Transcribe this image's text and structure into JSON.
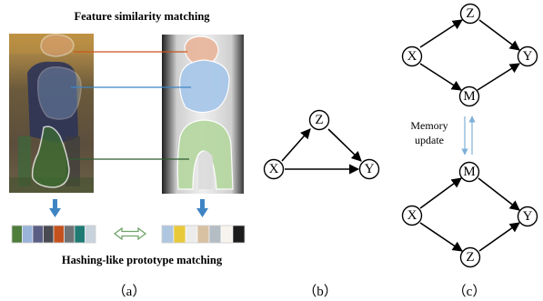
{
  "panel_a": {
    "top_caption": "Feature similarity matching",
    "bottom_caption": "Hashing-like prototype matching",
    "label": "（a）",
    "left_palette": [
      "#4f7d3c",
      "#9ab3d9",
      "#5b5e84",
      "#4a4a52",
      "#c4521e",
      "#6f7376",
      "#207a74",
      "#c9d3dd"
    ],
    "right_palette": [
      "#aec6e0",
      "#e8c93a",
      "#ececec",
      "#d8c1a2",
      "#b4bcc4",
      "#f7f4ee",
      "#1c1c1c"
    ],
    "region_colors": {
      "head": "#e9a988",
      "torso": "#9cc2e8",
      "legs": "#a8cf94"
    },
    "match_line_colors": {
      "head": "#c9541c",
      "torso": "#3f85c4",
      "legs": "#2f5b32"
    }
  },
  "panel_b": {
    "label": "（b）",
    "nodes": {
      "x": "X",
      "y": "Y",
      "z": "Z"
    }
  },
  "panel_c": {
    "label": "（c）",
    "memory_label_line1": "Memory",
    "memory_label_line2": "update",
    "top": {
      "x": "X",
      "y": "Y",
      "z": "Z",
      "m": "M"
    },
    "bottom": {
      "x": "X",
      "y": "Y",
      "z": "Z",
      "m": "M"
    }
  }
}
